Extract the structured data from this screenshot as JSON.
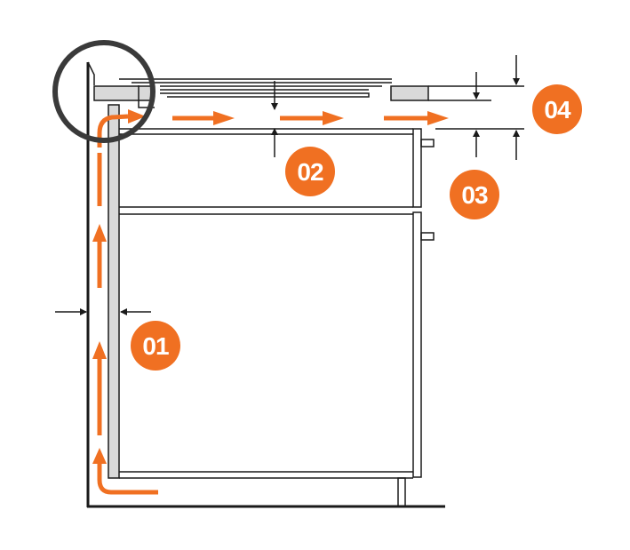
{
  "badges": [
    {
      "label": "01"
    },
    {
      "label": "02"
    },
    {
      "label": "03"
    },
    {
      "label": "04"
    }
  ],
  "colors": {
    "accent": "#f07022",
    "line": "#1a1a1a",
    "panel_fill": "#d9d9d9",
    "zoom_circle": "#3a3a3a"
  },
  "icons": {
    "airflow": "airflow-arrow-icon",
    "dimension": "dimension-arrow-icon"
  }
}
